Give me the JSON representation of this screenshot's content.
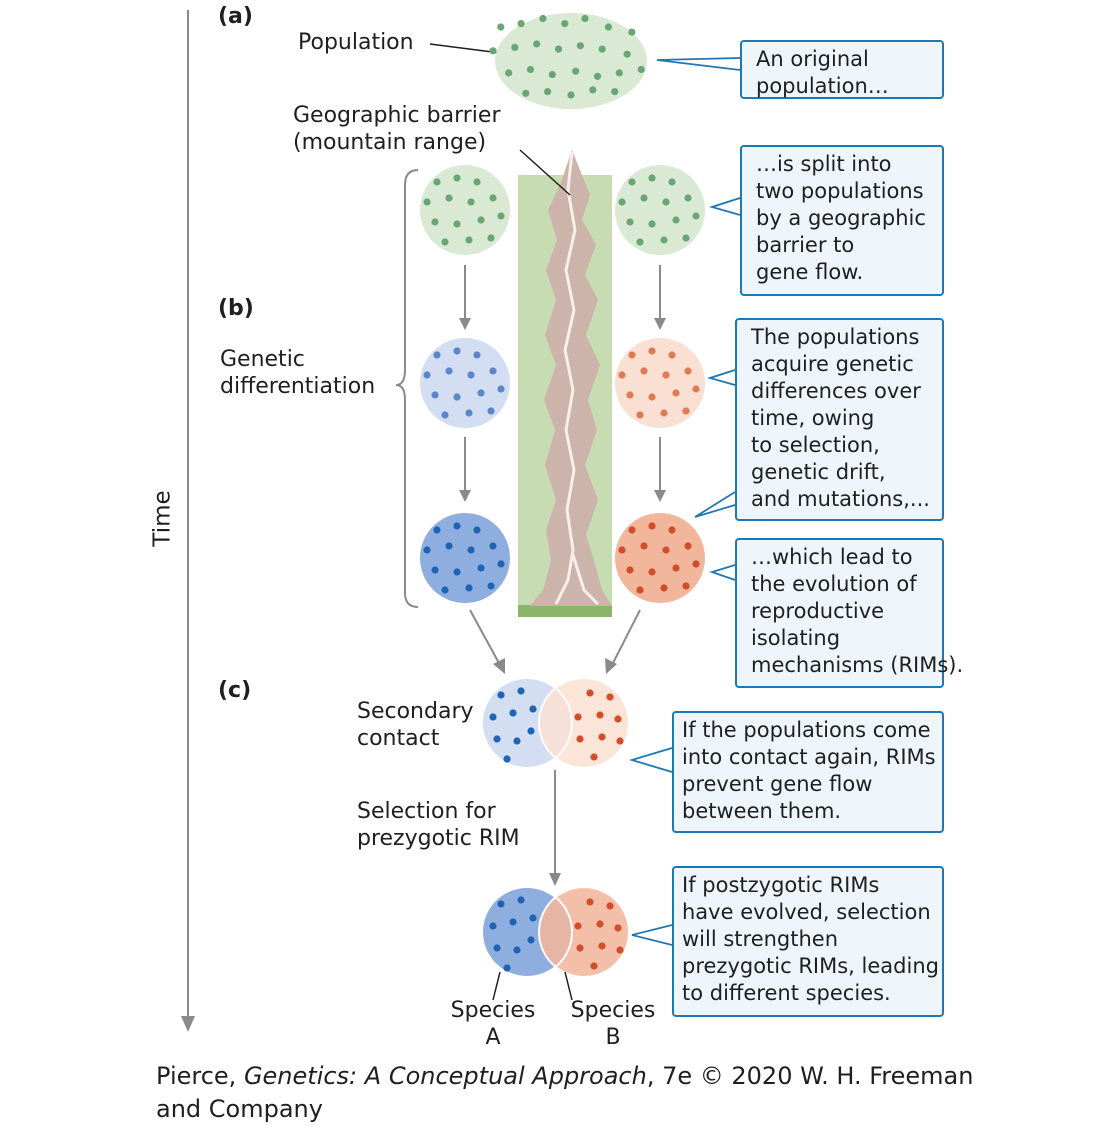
{
  "panels": {
    "a": "(a)",
    "b": "(b)",
    "c": "(c)"
  },
  "axis": {
    "time": "Time"
  },
  "labels": {
    "population": "Population",
    "barrier_line1": "Geographic barrier",
    "barrier_line2": "(mountain range)",
    "genetic_line1": "Genetic",
    "genetic_line2": "differentiation",
    "secondary_line1": "Secondary",
    "secondary_line2": "contact",
    "selection_line1": "Selection for",
    "selection_line2": "prezygotic RIM",
    "species_a_line1": "Species",
    "species_a_line2": "A",
    "species_b_line1": "Species",
    "species_b_line2": "B"
  },
  "callouts": {
    "original": [
      "An original",
      "population…"
    ],
    "split": [
      "…is split into",
      "two populations",
      "by a geographic",
      "barrier to",
      "gene flow."
    ],
    "acquire": [
      "The populations",
      "acquire genetic",
      "differences over",
      "time, owing",
      "to selection,",
      "genetic drift,",
      "and mutations,..."
    ],
    "rims": [
      "…which lead to",
      "the evolution of",
      "reproductive",
      "isolating",
      "mechanisms (RIMs)."
    ],
    "contact": [
      "If the populations come",
      "into contact again, RIMs",
      "prevent gene flow",
      "between them."
    ],
    "postzygotic": [
      "If postzygotic RIMs",
      "have evolved, selection",
      "will strengthen",
      "prezygotic RIMs, leading",
      "to different species."
    ]
  },
  "credit": {
    "prefix": "Pierce, ",
    "title": "Genetics: A Conceptual Approach",
    "suffix": ", 7e © 2020 W. H. Freeman",
    "line2": "and Company"
  },
  "colors": {
    "green_fill": "#d9e9d4",
    "green_dot": "#6aa673",
    "blue_light_fill": "#d4def2",
    "blue_light_dot": "#5b87c9",
    "blue_fill": "#8faee0",
    "blue_dot": "#1f63b3",
    "red_light_fill": "#fae0d3",
    "red_light_dot": "#e07a55",
    "red_fill": "#f2b69c",
    "red_dot": "#d24e2a",
    "barrier_green": "#c7dcb3",
    "mountain": "#cdb4aa",
    "callout_border": "#1e78b6",
    "callout_fill": "#eef6fb",
    "arrow": "#8a8a8a"
  }
}
